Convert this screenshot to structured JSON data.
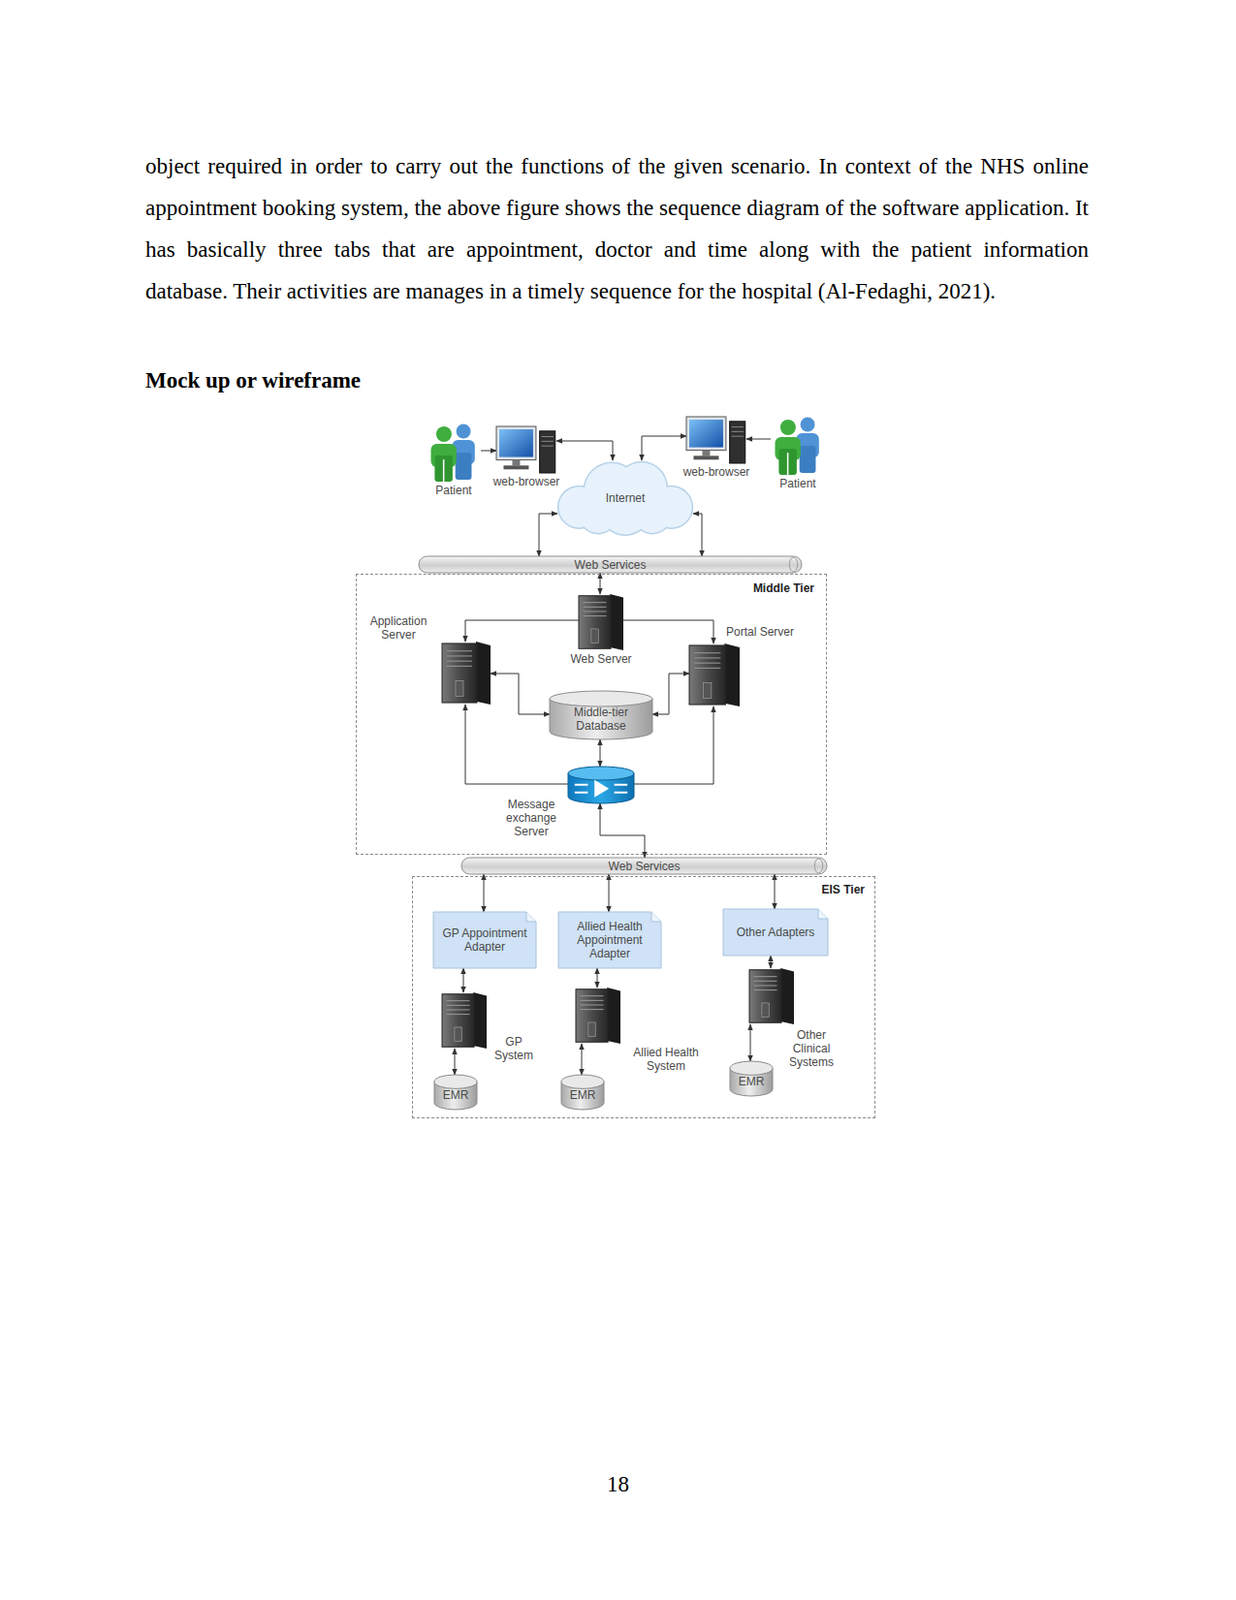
{
  "diagram": {
    "title": "Mock up or wireframe",
    "nodes": [
      {
        "text": [
          "Patient"
        ]
      },
      {
        "text": [
          "web-browser"
        ]
      },
      {
        "text": [
          "Internet"
        ]
      },
      {
        "text": [
          "web-browser"
        ]
      },
      {
        "text": [
          "Patient"
        ]
      },
      {
        "text": [
          "Web Services"
        ]
      },
      {
        "text": [
          "Middle Tier"
        ]
      },
      {
        "text": [
          "Web Server"
        ],
        "in": 6
      },
      {
        "text": [
          "Application Server"
        ],
        "in": 6
      },
      {
        "text": [
          "Portal Server"
        ],
        "in": 6
      },
      {
        "text": [
          "Middle-tier Database"
        ],
        "in": 6
      },
      {
        "text": [
          "Message exchange Server"
        ],
        "in": 6
      },
      {
        "text": [
          "Web Services"
        ]
      },
      {
        "text": [
          "EIS Tier"
        ]
      },
      {
        "text": [
          "GP Appointment Adapter"
        ],
        "in": 13
      },
      {
        "text": [
          "Allied Health Appointment Adapter"
        ],
        "in": 13
      },
      {
        "text": [
          "Other Adapters"
        ],
        "in": 13
      },
      {
        "text": [
          "GP System"
        ],
        "in": 13
      },
      {
        "text": [
          "Allied Health System"
        ],
        "in": 13
      },
      {
        "text": [
          "Other Clinical Systems"
        ],
        "in": 13
      },
      {
        "text": [
          "EMR"
        ],
        "in": 13
      },
      {
        "text": [
          "EMR"
        ],
        "in": 13
      },
      {
        "text": [
          "EMR"
        ],
        "in": 13
      }
    ],
    "edges": [
      {
        "from": 0,
        "to": 1,
        "arrow": "to"
      },
      {
        "from": 1,
        "to": 2,
        "arrow": "both"
      },
      {
        "from": 2,
        "to": 3,
        "arrow": "both"
      },
      {
        "from": 4,
        "to": 3,
        "arrow": "to"
      },
      {
        "from": 2,
        "to": 5,
        "arrow": "both"
      },
      {
        "from": 2,
        "to": 5,
        "arrow": "both"
      },
      {
        "from": 5,
        "to": 7,
        "arrow": "both"
      },
      {
        "from": 7,
        "to": 8,
        "arrow": "to"
      },
      {
        "from": 7,
        "to": 9,
        "arrow": "to"
      },
      {
        "from": 8,
        "to": 10,
        "arrow": "both"
      },
      {
        "from": 9,
        "to": 10,
        "arrow": "both"
      },
      {
        "from": 11,
        "to": 8,
        "arrow": "to"
      },
      {
        "from": 11,
        "to": 9,
        "arrow": "to"
      },
      {
        "from": 10,
        "to": 11,
        "arrow": "both"
      },
      {
        "from": 11,
        "to": 12,
        "arrow": "both"
      },
      {
        "from": 12,
        "to": 14,
        "arrow": "both"
      },
      {
        "from": 12,
        "to": 15,
        "arrow": "both"
      },
      {
        "from": 12,
        "to": 16,
        "arrow": "both"
      },
      {
        "from": 14,
        "to": 17,
        "arrow": "both"
      },
      {
        "from": 15,
        "to": 18,
        "arrow": "both"
      },
      {
        "from": 16,
        "to": 19,
        "arrow": "both"
      },
      {
        "from": 17,
        "to": 20,
        "arrow": "both"
      },
      {
        "from": 18,
        "to": 21,
        "arrow": "both"
      },
      {
        "from": 19,
        "to": 22,
        "arrow": "both"
      }
    ],
    "labels": [
      "object required in order to carry out the functions of the given scenario. In context of the NHS online appointment booking system, the above figure shows the sequence diagram of the software application. It has basically three tabs that are appointment, doctor and time along with the patient information database. Their activities are manages in a timely sequence for the hospital (Al-Fedaghi, 2021).",
      "18"
    ]
  }
}
